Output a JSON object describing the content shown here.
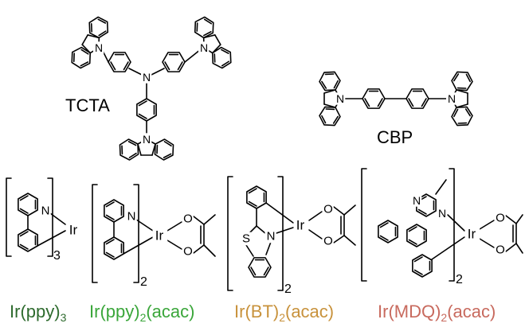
{
  "molecules": {
    "tcta": {
      "label": "TCTA"
    },
    "cbp": {
      "label": "CBP"
    }
  },
  "atoms": {
    "n": "N",
    "ir": "Ir",
    "o": "O",
    "s": "S"
  },
  "complexes": [
    {
      "pre": "Ir(ppy)",
      "sub1": "3",
      "mid": "",
      "sub2": "",
      "post": "",
      "color": "#2e6b2e",
      "bracket_count": "3"
    },
    {
      "pre": "Ir(ppy)",
      "sub1": "2",
      "mid": "(acac)",
      "sub2": "",
      "post": "",
      "color": "#3aa63a",
      "bracket_count": "2"
    },
    {
      "pre": "Ir(BT)",
      "sub1": "2",
      "mid": "(acac)",
      "sub2": "",
      "post": "",
      "color": "#c8923c",
      "bracket_count": "2"
    },
    {
      "pre": "Ir(MDQ)",
      "sub1": "2",
      "mid": "(acac)",
      "sub2": "",
      "post": "",
      "color": "#c86a5e",
      "bracket_count": "2"
    }
  ]
}
